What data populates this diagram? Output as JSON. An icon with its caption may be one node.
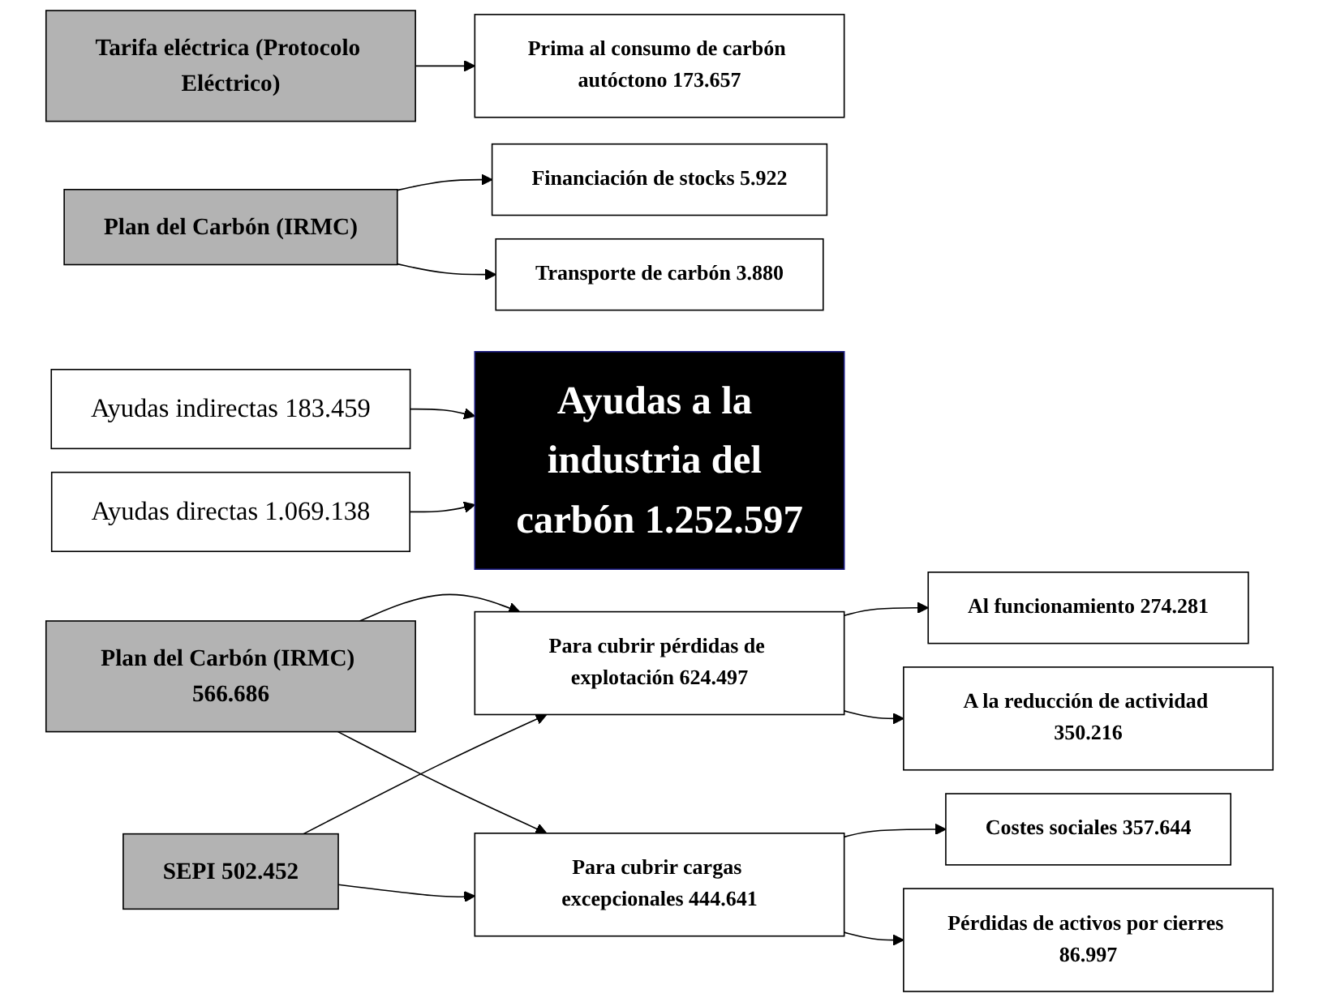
{
  "diagram": {
    "nodes": [
      {
        "text": [
          "Ayudas indirectas 183.459"
        ]
      },
      {
        "text": [
          "Tarifa eléctrica (Protocolo Eléctrico)"
        ]
      },
      {
        "text": [
          "Plan del Carbón (IRMC)"
        ]
      },
      {
        "text": [
          "Prima al consumo de carbón autóctono 173.657"
        ]
      },
      {
        "text": [
          "Financiación de stocks 5.922"
        ]
      },
      {
        "text": [
          "Transporte de carbón 3.880"
        ]
      },
      {
        "text": [
          "Ayudas a la industria del carbón 1.252.597"
        ]
      },
      {
        "text": [
          "Ayudas directas 1.069.138"
        ]
      },
      {
        "text": [
          "Plan del Carbón (IRMC) 566.686"
        ]
      },
      {
        "text": [
          "SEPI 502.452"
        ]
      },
      {
        "text": [
          "Para cubrir pérdidas de explotación 624.497"
        ]
      },
      {
        "text": [
          "Para cubrir cargas excepcionales 444.641"
        ]
      },
      {
        "text": [
          "Al funcionamiento 274.281"
        ]
      },
      {
        "text": [
          "A la reducción de actividad 350.216"
        ]
      },
      {
        "text": [
          "Costes sociales 357.644"
        ]
      },
      {
        "text": [
          "Pérdidas de activos por cierres 86.997"
        ]
      }
    ],
    "edges": [
      {
        "from": 0,
        "to": 6,
        "arrow": "to"
      },
      {
        "from": 7,
        "to": 6,
        "arrow": "to"
      },
      {
        "from": 1,
        "to": 3,
        "arrow": "to"
      },
      {
        "from": 2,
        "to": 4,
        "arrow": "to"
      },
      {
        "from": 2,
        "to": 5,
        "arrow": "to"
      },
      {
        "from": 8,
        "to": 10,
        "arrow": "to"
      },
      {
        "from": 8,
        "to": 11,
        "arrow": "to"
      },
      {
        "from": 9,
        "to": 10,
        "arrow": "to"
      },
      {
        "from": 9,
        "to": 11,
        "arrow": "to"
      },
      {
        "from": 10,
        "to": 12,
        "arrow": "to"
      },
      {
        "from": 10,
        "to": 13,
        "arrow": "to"
      },
      {
        "from": 11,
        "to": 14,
        "arrow": "to"
      },
      {
        "from": 11,
        "to": 15,
        "arrow": "to"
      }
    ]
  }
}
